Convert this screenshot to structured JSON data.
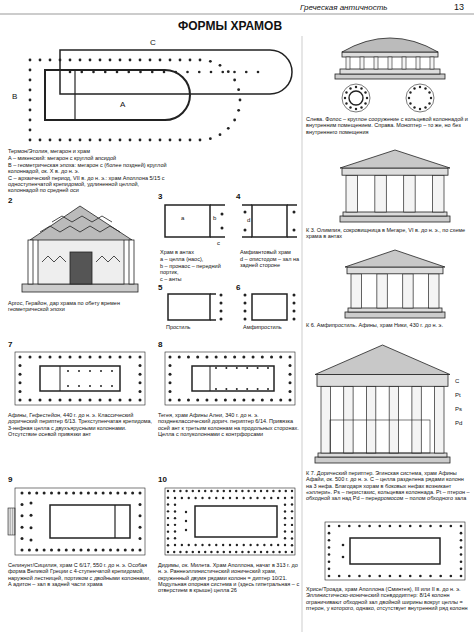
{
  "diagram": {
    "title": "ФОРМЫ ХРАМОВ",
    "labels": [
      "Греческая античность",
      "13",
      "A",
      "B",
      "C",
      "Термон/Этолия, мегарон и храм",
      "A – микенский: мегарон с круглой апсидой",
      "B – геометрическая эпоха: мегарон с (более поздней) круглой колоннадой, ок. X в. до н. э.",
      "C – архаический период, VII в. до н. э.: храм Аполлона 5/15 с одноступенчатой крепидомой, удлиненной целлой, колоннадой по средней оси",
      "Слева. Фолос – круглое сооружение с кольцевой колоннадой и внутренним помещением. Справа. Моноптер – то же, но без внутреннего помещения",
      "2",
      "Аргос, Герайон, дар храма по обету времен геометрической эпохи",
      "3",
      "a",
      "b",
      "c",
      "Храм в антах",
      "a – целла (наос),",
      "b – пронаос – передний портик,",
      "c – анты",
      "4",
      "d",
      "Амфиантовый храм",
      "d – опистодом – зал на задней стороне",
      "5",
      "Простиль",
      "6",
      "Амфипростиль",
      "К 3. Олимпия, сокровищница в Мегаре, VI в. до н. э., по схеме храма в антах",
      "К 6. Амфипростиль. Афины, храм Ники, 430 г. до н. э.",
      "7",
      "Афины, Гефестейон, 440 г. до н. э. Классический дорический периптер 6/13. Трехступенчатая крепидома, 3-нефная целла с двухъярусными колоннами. Отсутствие осевой привязки ант",
      "8",
      "Тегея, храм Афины Алеи, 340 г. до н. э. позднеклассический дорич. периптер 6/14. Привязка осей ант к третьим колоннам на продольных сторонах. Целла с полуколоннами с контрфорсами",
      "C",
      "Pt",
      "Ps",
      "Pd",
      "К 7. Дорический периптер. Эгинская система, храм Афины Афайи, ок. 500 г. до н. э. C – целла разделена рядами колонн на 3 нефа. Благодаря хорам в боковых нефах возникает «эллери». Ps – перистазис, кольцевая колоннада. Pt – птерон – обходной зал над Pd – передромосом – полом обходного зала",
      "9",
      "Селинунт/Сицилия, храм C 6/17, 550 г. до н. э. Особая форма Великой Греции с 4-ступенчатой крепидомой, наружной лестницей, портиком с двойными колоннами, A адитон – зал в задней части храма",
      "10",
      "Дидимы, ок. Милета. Храм Аполлона, начат в 313 г. до н. э. Раннеэллинистический ионический храм, окруженный двумя рядами колонн = диптер 10/21. Модульная опорная система и (здесь гипетральная – с отверстием в крыше) целла 26",
      "Хрисе/Троада, храм Аполлона (Сминтея), III или II в. до н. э. Эллинистическо-ионический псевдодиптер: 8/14 колонн ограничивают обходной зал двойной ширины вокруг целлы = птерон, у которого, однако, отсутствует внутренний ряд колонн"
    ]
  }
}
